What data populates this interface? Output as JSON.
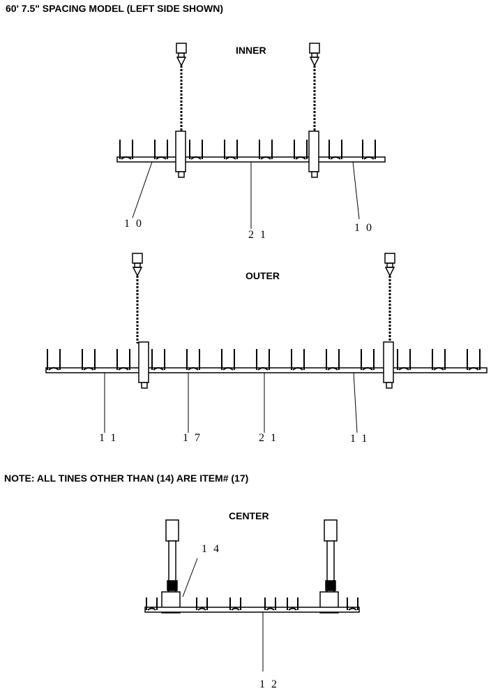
{
  "title": "60' 7.5\" SPACING MODEL (LEFT SIDE SHOWN)",
  "note": "NOTE: ALL TINES OTHER THAN (14) ARE ITEM# (17)",
  "sections": {
    "inner": {
      "label": "INNER",
      "callouts": [
        "10",
        "21",
        "10"
      ]
    },
    "outer": {
      "label": "OUTER",
      "callouts": [
        "11",
        "17",
        "21",
        "11"
      ]
    },
    "center": {
      "label": "CENTER",
      "callouts": [
        "14",
        "12"
      ]
    }
  },
  "colors": {
    "ink": "#000000",
    "background": "#ffffff"
  }
}
